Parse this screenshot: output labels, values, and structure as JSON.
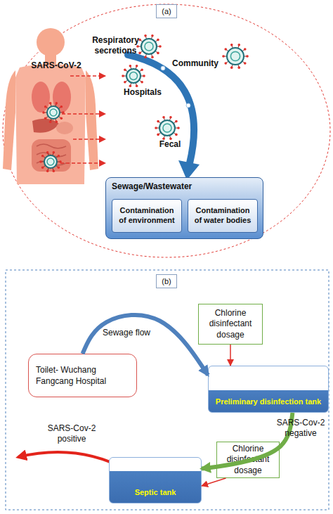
{
  "diagram": {
    "nodes": [
      {
        "text": [
          "(a)"
        ]
      },
      {
        "text": [
          "Sewage/Wastewater"
        ]
      },
      {
        "text": [
          "Contamination of environment"
        ],
        "in": 1
      },
      {
        "text": [
          "Contamination of water bodies"
        ],
        "in": 1
      },
      {
        "text": [
          "(b)"
        ]
      },
      {
        "text": [
          "Chlorine disinfectant dosage"
        ]
      },
      {
        "text": [
          "Toilet- Wuchang Fangcang Hospital"
        ]
      },
      {
        "text": [
          "Preliminary disinfection tank"
        ]
      },
      {
        "text": [
          "Chlorine disinfectant dosage"
        ]
      },
      {
        "text": [
          "Septic tank"
        ]
      }
    ],
    "edges": [
      {
        "from": 6,
        "to": 7,
        "label": "Sewage flow",
        "arrow": "to"
      },
      {
        "from": 5,
        "to": 7,
        "arrow": "to"
      },
      {
        "from": 7,
        "to": 9,
        "label": "SARS-Cov-2 negative",
        "arrow": "to"
      },
      {
        "from": 8,
        "to": 9,
        "arrow": "to"
      }
    ],
    "labels": [
      "Respiratory secretions",
      "SARS-CoV-2",
      "Community",
      "Hospitals",
      "Fecal",
      "SARS-Cov-2 positive"
    ]
  }
}
